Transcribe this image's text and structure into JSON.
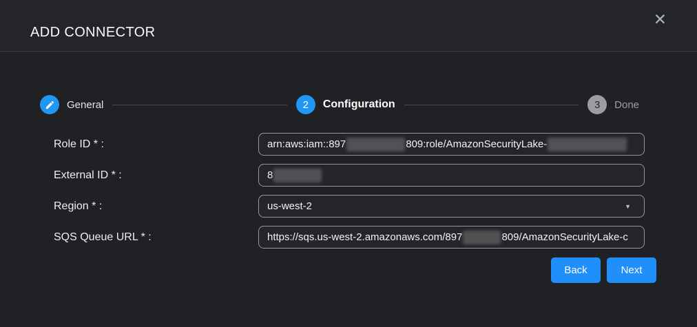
{
  "dialog": {
    "title": "ADD CONNECTOR",
    "close_icon": "✕"
  },
  "stepper": {
    "steps": [
      {
        "label": "General",
        "state": "completed",
        "icon": "pencil-icon"
      },
      {
        "number": "2",
        "label": "Configuration",
        "state": "active"
      },
      {
        "number": "3",
        "label": "Done",
        "state": "pending"
      }
    ]
  },
  "form": {
    "role_id": {
      "label": "Role ID * :",
      "value_part1": "arn:aws:iam::897",
      "value_part2": "809:role/AmazonSecurityLake-",
      "redacted": true
    },
    "external_id": {
      "label": "External ID * :",
      "value_part1": "8",
      "redacted": true
    },
    "region": {
      "label": "Region * :",
      "value": "us-west-2",
      "caret_icon": "▼"
    },
    "sqs_queue_url": {
      "label": "SQS Queue URL * :",
      "value_part1": "https://sqs.us-west-2.amazonaws.com/897",
      "value_part2": "809/AmazonSecurityLake-c",
      "redacted": true
    }
  },
  "buttons": {
    "back_label": "Back",
    "next_label": "Next"
  },
  "colors": {
    "accent_blue": "#2196f3",
    "button_blue": "#1f90fb",
    "pending_gray": "#9b9da1",
    "dialog_background": "#202124",
    "header_background": "#242528"
  }
}
